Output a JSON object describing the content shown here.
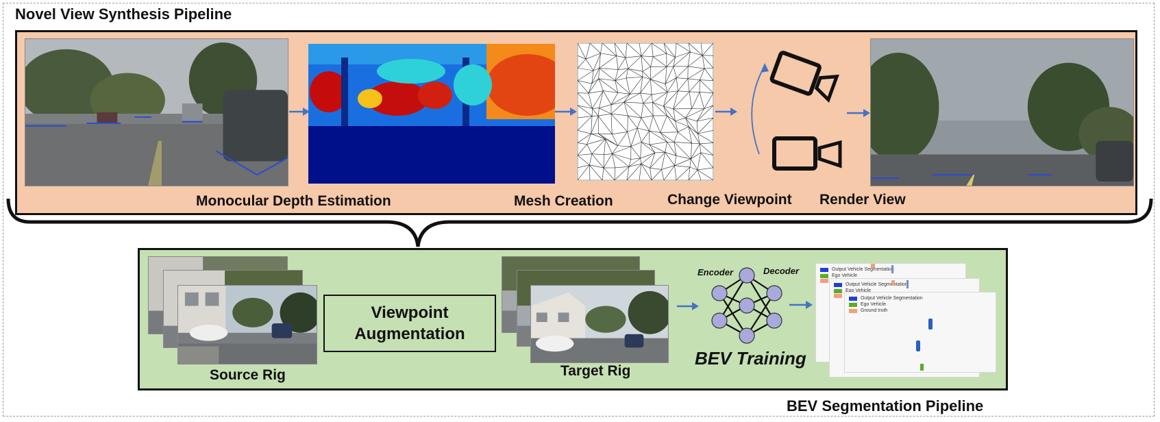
{
  "nvs_title": "Novel View Synthesis Pipeline",
  "bev_title": "BEV Segmentation Pipeline",
  "nvs_steps": {
    "depth": "Monocular Depth Estimation",
    "mesh": "Mesh Creation",
    "viewpoint": "Change Viewpoint",
    "render": "Render View"
  },
  "bev_steps": {
    "source": "Source Rig",
    "augmentation_line1": "Viewpoint",
    "augmentation_line2": "Augmentation",
    "target": "Target Rig",
    "encoder": "Encoder",
    "decoder": "Decoder",
    "training": "BEV Training"
  },
  "legend": {
    "output": "Output Vehicle Segmentation",
    "ego": "Ego Vehicle",
    "truth": "Ground truth"
  },
  "colors": {
    "nvs_panel": "#f6c9aa",
    "bev_panel": "#c5e0b3",
    "arrow": "#4472c4",
    "output_seg": "#1f3fd6",
    "ego": "#5aac2a",
    "ground_truth": "#f0a07a"
  }
}
